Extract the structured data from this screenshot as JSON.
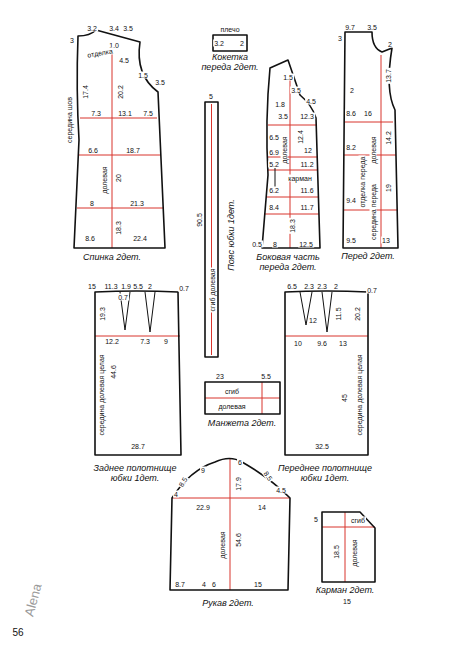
{
  "diagram": {
    "nodes": [
      {
        "text": [
          "Спинка 2дет."
        ]
      },
      {
        "text": [
          "Кокетка переда 2дет."
        ]
      },
      {
        "text": [
          "Пояс юбки 1дет."
        ]
      },
      {
        "text": [
          "Боковая часть переда 2дет."
        ]
      },
      {
        "text": [
          "Перед 2дет."
        ]
      },
      {
        "text": [
          "Заднее полотнище юбки 1дет."
        ]
      },
      {
        "text": [
          "Переднее полотнище юбки 1дет."
        ]
      },
      {
        "text": [
          "Манжета 2дет."
        ]
      },
      {
        "text": [
          "Рукав 2дет."
        ]
      },
      {
        "text": [
          "Карман 2дет."
        ]
      }
    ],
    "labels": [
      "3.2",
      "3.4",
      "3.5",
      "3",
      "1.0",
      "отделка",
      "4.5",
      "1.5",
      "3.5",
      "17.4",
      "20.2",
      "7.3",
      "13.1",
      "7.5",
      "6.6",
      "18.7",
      "долевая",
      "20",
      "8",
      "21.3",
      "8.6",
      "22.4",
      "18.3",
      "середина шов",
      "плечо",
      "3.2",
      "2",
      "5",
      "90.5",
      "сгиб долевая",
      "1.5",
      "3.5",
      "4.5",
      "1.8",
      "3.5",
      "12.3",
      "6.5",
      "12.4",
      "долевая",
      "6.9",
      "12",
      "5.2",
      "11.2",
      "карман",
      "6.2",
      "11.6",
      "8.4",
      "11.7",
      "18.3",
      "0.5",
      "8",
      "12.5",
      "9.7",
      "3.5",
      "3",
      "2",
      "13.7",
      "2",
      "8.6",
      "16",
      "8.2",
      "14.2",
      "долевая",
      "19",
      "отделка переда",
      "середина переда",
      "9.4",
      "9.5",
      "13",
      "15",
      "11.3",
      "1.9",
      "5.5",
      "2",
      "0.7",
      "0.7",
      "19.3",
      "12.2",
      "7.3",
      "9",
      "середина долевая целая",
      "44.6",
      "28.7",
      "6.5",
      "2.3",
      "2.3",
      "2",
      "0.7",
      "12",
      "11.5",
      "20.2",
      "10",
      "9.6",
      "13",
      "45",
      "середина долевая целая",
      "32.5",
      "23",
      "5.5",
      "сгиб",
      "долевая",
      "6",
      "9",
      "8.5",
      "4",
      "8.5",
      "4.5",
      "22.9",
      "17.9",
      "14",
      "долевая",
      "54.6",
      "8.7",
      "4",
      "6",
      "15",
      "5",
      "сгиб",
      "18.5",
      "долевая",
      "15",
      "56",
      "Alena"
    ]
  }
}
